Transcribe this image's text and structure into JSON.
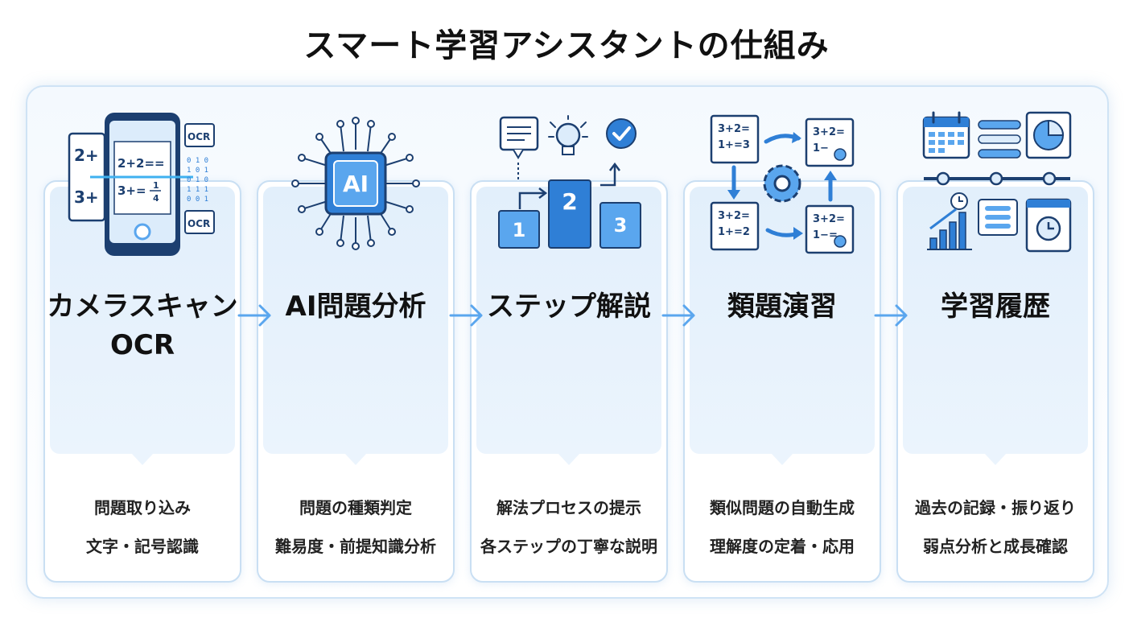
{
  "title": "スマート学習アシスタントの仕組み",
  "steps": [
    {
      "title_line1": "カメラスキャン",
      "title_line2": "OCR",
      "desc1": "問題取り込み",
      "desc2": "文字・記号認識"
    },
    {
      "title_line1": "AI問題分析",
      "desc1": "問題の種類判定",
      "desc2": "難易度・前提知識分析"
    },
    {
      "title_line1": "ステップ解説",
      "desc1": "解法プロセスの提示",
      "desc2": "各ステップの丁寧な説明"
    },
    {
      "title_line1": "類題演習",
      "desc1": "類似問題の自動生成",
      "desc2": "理解度の定着・応用"
    },
    {
      "title_line1": "学習履歴",
      "desc1": "過去の記録・振り返り",
      "desc2": "弱点分析と成長確認"
    }
  ],
  "icons": {
    "step1": {
      "name": "smartphone-scan-icon",
      "screen_line1": "2+2==",
      "screen_line2": "3+=",
      "fraction_num": "1",
      "fraction_den": "4",
      "side_card1": "2+",
      "side_card2": "3+",
      "badge_top": "OCR",
      "badge_bottom": "OCR",
      "binary": [
        "0 1 0",
        "1 0 1",
        "0 1 0",
        "1 1 1",
        "0 0 1"
      ]
    },
    "step2": {
      "name": "ai-chip-icon",
      "chip_label": "AI"
    },
    "step3": {
      "name": "step-podium-icon",
      "block1": "1",
      "block2": "2",
      "block3": "3"
    },
    "step4": {
      "name": "practice-cycle-icon",
      "doc1a": "3+2=",
      "doc1b": "1+=3",
      "doc2a": "3+2=",
      "doc2b": "1−",
      "doc3a": "3+2=",
      "doc3b": "1+=2",
      "doc4a": "3+2=",
      "doc4b": "1−="
    },
    "step5": {
      "name": "learning-history-icon"
    }
  },
  "colors": {
    "accent": "#2f7fd6",
    "accent_light": "#5aa6ee",
    "dark": "#1c3f70",
    "card_border": "#c9dff3",
    "panel": "#e2effb"
  }
}
